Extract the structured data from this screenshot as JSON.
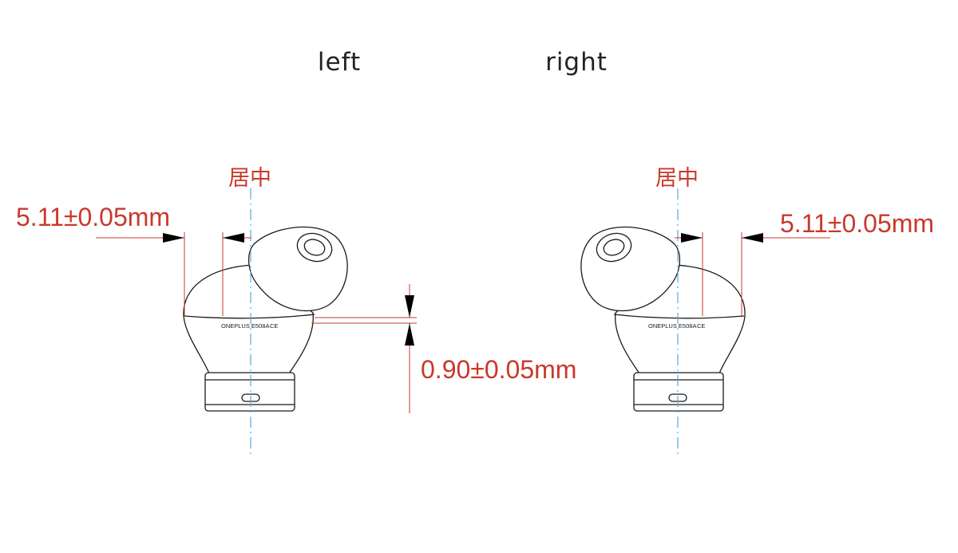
{
  "left_view": {
    "title": "left",
    "center_label": "居中",
    "width_dimension": "5.11±0.05mm",
    "height_dimension": "0.90±0.05mm",
    "model_print": "ONEPLUS E508A",
    "ce_mark": "CE"
  },
  "right_view": {
    "title": "right",
    "center_label": "居中",
    "width_dimension": "5.11±0.05mm",
    "model_print": "ONEPLUS E508A",
    "ce_mark": "CE"
  },
  "colors": {
    "dimension": "#c8392b",
    "centerline": "#5aa9e0",
    "outline": "#1a1a1a",
    "title": "#222222"
  }
}
